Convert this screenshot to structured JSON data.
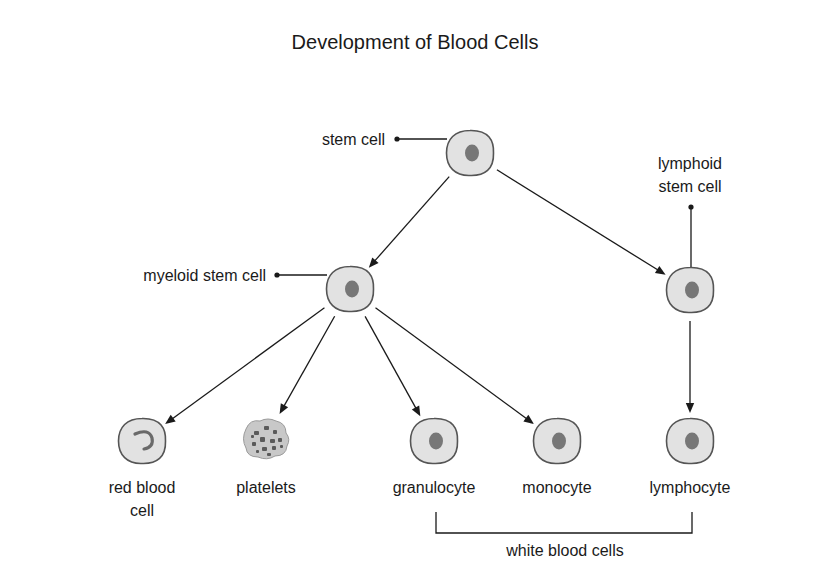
{
  "diagram": {
    "title": "Development of Blood Cells",
    "nodes": [
      {
        "text": [
          "stem cell"
        ]
      },
      {
        "text": [
          "myeloid stem cell"
        ]
      },
      {
        "text": [
          "lymphoid stem cell"
        ]
      },
      {
        "text": [
          "red blood cell"
        ]
      },
      {
        "text": [
          "platelets"
        ]
      },
      {
        "text": [
          "granulocyte"
        ]
      },
      {
        "text": [
          "monocyte"
        ]
      },
      {
        "text": [
          "lymphocyte"
        ]
      }
    ],
    "edges": [
      {
        "from": 0,
        "to": 1,
        "arrow": "to"
      },
      {
        "from": 0,
        "to": 2,
        "arrow": "to"
      },
      {
        "from": 1,
        "to": 3,
        "arrow": "to"
      },
      {
        "from": 1,
        "to": 4,
        "arrow": "to"
      },
      {
        "from": 1,
        "to": 5,
        "arrow": "to"
      },
      {
        "from": 1,
        "to": 6,
        "arrow": "to"
      },
      {
        "from": 2,
        "to": 7,
        "arrow": "to"
      }
    ],
    "labels": [
      "white blood cells"
    ]
  }
}
